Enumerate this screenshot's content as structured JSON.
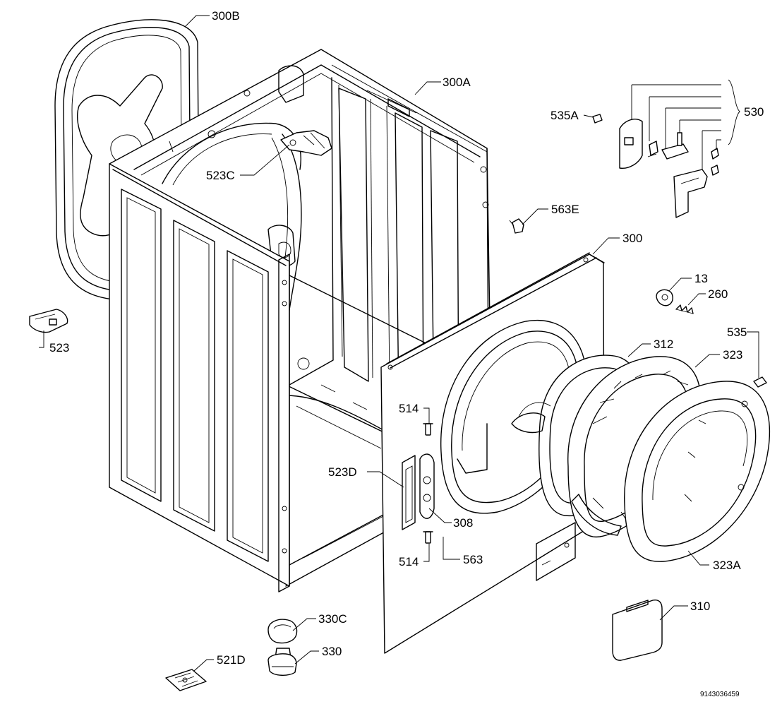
{
  "labels": {
    "l300B": "300B",
    "l300A": "300A",
    "l535A": "535A",
    "l530": "530",
    "l523C": "523C",
    "l563E": "563E",
    "l300": "300",
    "l13": "13",
    "l260": "260",
    "l535": "535",
    "l523": "523",
    "l312": "312",
    "l323": "323",
    "l514a": "514",
    "l523D": "523D",
    "l308": "308",
    "l514b": "514",
    "l563": "563",
    "l323A": "323A",
    "l310": "310",
    "l330C": "330C",
    "l330": "330",
    "l521D": "521D"
  },
  "drawing_code": "9143036459"
}
